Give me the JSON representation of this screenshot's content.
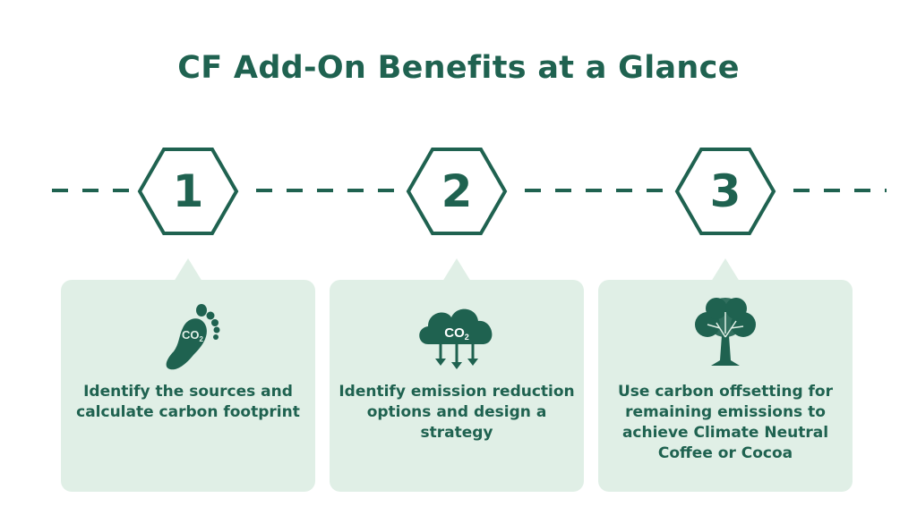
{
  "title": "CF Add-On Benefits at a Glance",
  "colors": {
    "primary": "#1f6250",
    "card_bg": "#e0efe6"
  },
  "steps": [
    {
      "number": "1",
      "icon": "co2-footprint-icon",
      "text": "Identify the sources and calculate carbon footprint"
    },
    {
      "number": "2",
      "icon": "co2-cloud-icon",
      "text": "Identify emission reduction options and design a strategy"
    },
    {
      "number": "3",
      "icon": "tree-icon",
      "text": "Use carbon offsetting for remaining emissions to achieve Climate Neutral Coffee or Cocoa"
    }
  ],
  "icon_labels": {
    "co2": "CO",
    "sub": "2"
  }
}
